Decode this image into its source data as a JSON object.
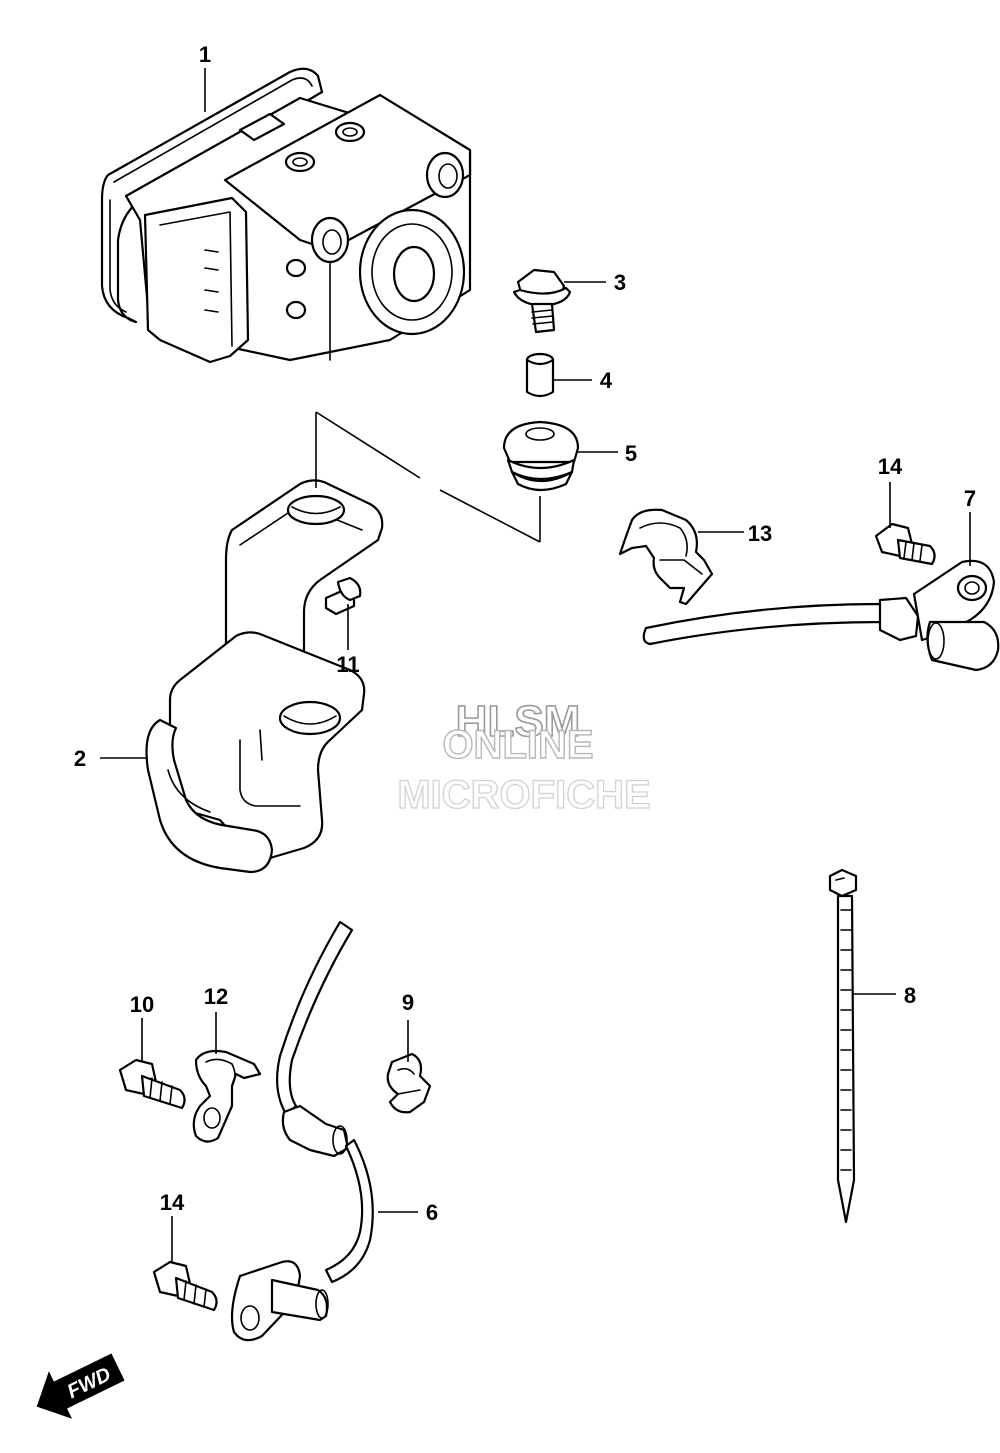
{
  "watermark": {
    "line1": "HLSM",
    "line2": "ONLINE",
    "line3": "MICROFICHE"
  },
  "direction_badge": "FWD",
  "callouts": [
    "1",
    "2",
    "3",
    "4",
    "5",
    "6",
    "7",
    "8",
    "9",
    "10",
    "11",
    "12",
    "13",
    "14",
    "14"
  ]
}
